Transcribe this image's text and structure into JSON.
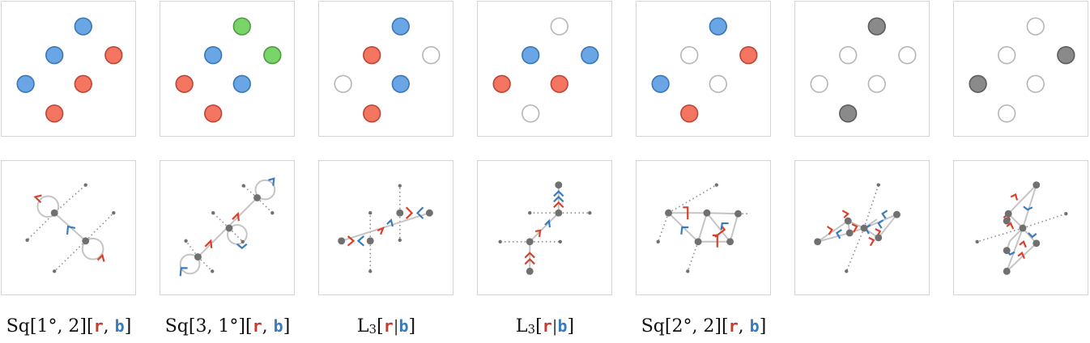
{
  "colors": {
    "blue": "#6aa6e6",
    "blue_stroke": "#3a76b3",
    "red": "#f47560",
    "red_stroke": "#b94537",
    "green": "#79d46a",
    "green_stroke": "#4c9a3e",
    "gray": "#8a8a8a",
    "gray_stroke": "#5b5b5b",
    "empty_stroke": "#b5b5b5",
    "node": "#707070",
    "edge": "#c4c4c4",
    "dotted": "#8a8a8a",
    "arrow_red": "#d9402c",
    "arrow_blue": "#3a7bbd"
  },
  "top_panels": [
    {
      "name": "coloring-1",
      "dots": [
        {
          "slot": "t",
          "c": "blue"
        },
        {
          "slot": "ml",
          "c": "blue"
        },
        {
          "slot": "mr",
          "c": "red"
        },
        {
          "slot": "l",
          "c": "blue"
        },
        {
          "slot": "c",
          "c": "red"
        },
        {
          "slot": "b",
          "c": "red"
        }
      ]
    },
    {
      "name": "coloring-2",
      "dots": [
        {
          "slot": "t",
          "c": "green"
        },
        {
          "slot": "ml",
          "c": "blue"
        },
        {
          "slot": "mr",
          "c": "green"
        },
        {
          "slot": "l",
          "c": "red"
        },
        {
          "slot": "c",
          "c": "blue"
        },
        {
          "slot": "b",
          "c": "red"
        }
      ]
    },
    {
      "name": "coloring-3",
      "dots": [
        {
          "slot": "t",
          "c": "blue"
        },
        {
          "slot": "ml",
          "c": "red"
        },
        {
          "slot": "mr",
          "c": "empty"
        },
        {
          "slot": "l",
          "c": "empty"
        },
        {
          "slot": "c",
          "c": "blue"
        },
        {
          "slot": "b",
          "c": "red"
        }
      ]
    },
    {
      "name": "coloring-4",
      "dots": [
        {
          "slot": "t",
          "c": "empty"
        },
        {
          "slot": "ml",
          "c": "blue"
        },
        {
          "slot": "mr",
          "c": "blue"
        },
        {
          "slot": "l",
          "c": "red"
        },
        {
          "slot": "c",
          "c": "red"
        },
        {
          "slot": "b",
          "c": "empty"
        }
      ]
    },
    {
      "name": "coloring-5",
      "dots": [
        {
          "slot": "t",
          "c": "blue"
        },
        {
          "slot": "ml",
          "c": "empty"
        },
        {
          "slot": "mr",
          "c": "red"
        },
        {
          "slot": "l",
          "c": "blue"
        },
        {
          "slot": "c",
          "c": "empty"
        },
        {
          "slot": "b",
          "c": "red"
        }
      ]
    },
    {
      "name": "coloring-6",
      "dots": [
        {
          "slot": "t",
          "c": "gray"
        },
        {
          "slot": "ml",
          "c": "empty"
        },
        {
          "slot": "mr",
          "c": "empty"
        },
        {
          "slot": "l",
          "c": "empty"
        },
        {
          "slot": "c",
          "c": "empty"
        },
        {
          "slot": "b",
          "c": "gray"
        }
      ]
    },
    {
      "name": "coloring-7",
      "dots": [
        {
          "slot": "t",
          "c": "empty"
        },
        {
          "slot": "ml",
          "c": "empty"
        },
        {
          "slot": "mr",
          "c": "gray"
        },
        {
          "slot": "l",
          "c": "gray"
        },
        {
          "slot": "c",
          "c": "empty"
        },
        {
          "slot": "b",
          "c": "empty"
        }
      ]
    }
  ],
  "captions": [
    {
      "pre": "Sq[1°, 2][",
      "r": "r",
      "sep": ", ",
      "b": "b",
      "post": "]"
    },
    {
      "pre": "Sq[3, 1°][",
      "r": "r",
      "sep": ", ",
      "b": "b",
      "post": "]"
    },
    {
      "pre": "L",
      "sub": "3",
      "open": "[",
      "r": "r",
      "bar": "|",
      "b": "b",
      "post": "]"
    },
    {
      "pre": "L",
      "sub": "3",
      "open": "[",
      "r": "r",
      "bar": "|",
      "b": "b",
      "post": "]"
    },
    {
      "pre": "Sq[2°, 2][",
      "r": "r",
      "sep": ", ",
      "b": "b",
      "post": "]"
    }
  ]
}
